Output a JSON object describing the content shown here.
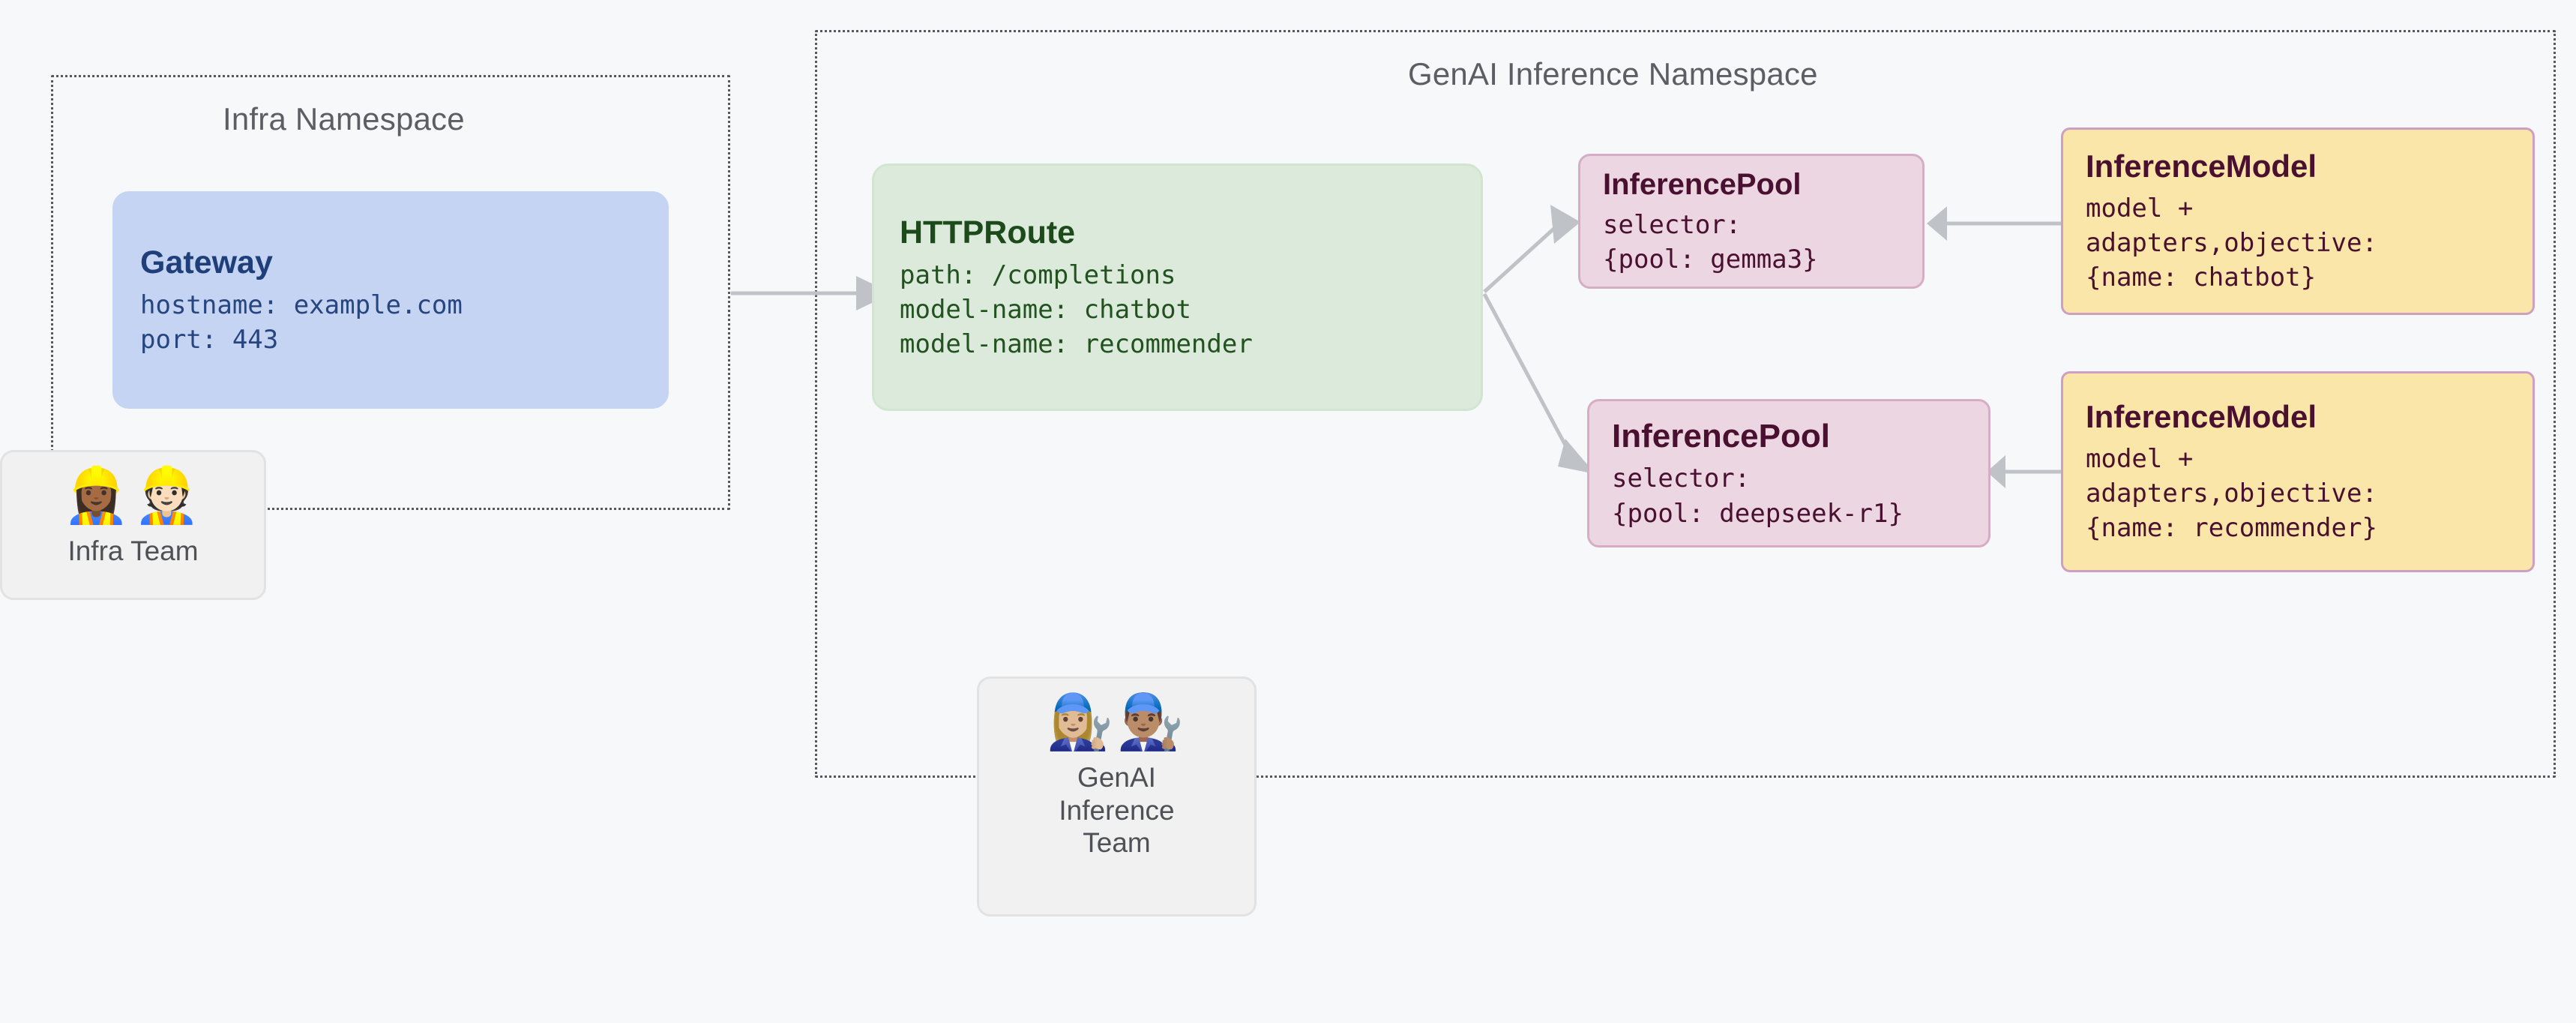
{
  "namespaces": [
    {
      "id": "infra",
      "title": "Infra Namespace"
    },
    {
      "id": "genai",
      "title": "GenAI Inference Namespace"
    }
  ],
  "nodes": {
    "gateway": {
      "title": "Gateway",
      "lines": [
        "hostname: example.com",
        "port: 443"
      ],
      "color": "#c5d4f2",
      "text_color": "#1f3f7a"
    },
    "httproute": {
      "title": "HTTPRoute",
      "lines": [
        "path: /completions",
        "model-name: chatbot",
        "model-name: recommender"
      ],
      "color": "#dbeada",
      "text_color": "#1d4a1b"
    },
    "pool_gemma": {
      "title": "InferencePool",
      "lines": [
        "selector:",
        "{pool: gemma3}"
      ],
      "color": "#ecd6e2",
      "text_color": "#4a1030"
    },
    "pool_deepseek": {
      "title": "InferencePool",
      "lines": [
        "selector:",
        "{pool: deepseek-r1}"
      ],
      "color": "#ecd6e2",
      "text_color": "#4a1030"
    },
    "model_chatbot": {
      "title": "InferenceModel",
      "lines": [
        "model +",
        "adapters,objective:",
        "{name: chatbot}"
      ],
      "color": "#fae6a8",
      "text_color": "#4a1030"
    },
    "model_recommender": {
      "title": "InferenceModel",
      "lines": [
        "model +",
        "adapters,objective:",
        "{name: recommender}"
      ],
      "color": "#fae6a8",
      "text_color": "#4a1030"
    }
  },
  "teams": [
    {
      "id": "infra-team",
      "emoji": "👷🏾‍♀️👷🏻",
      "label": "Infra Team"
    },
    {
      "id": "genai-team",
      "emoji": "👩🏼‍🔧👨🏽‍🔧",
      "label": "GenAI Inference Team"
    }
  ],
  "connectors": {
    "stroke": "#bfc2c6",
    "edges": [
      {
        "from": "gateway",
        "to": "httproute"
      },
      {
        "from": "httproute",
        "to": "pool_gemma"
      },
      {
        "from": "httproute",
        "to": "pool_deepseek"
      },
      {
        "from": "model_chatbot",
        "to": "pool_gemma"
      },
      {
        "from": "model_recommender",
        "to": "pool_deepseek"
      }
    ]
  }
}
